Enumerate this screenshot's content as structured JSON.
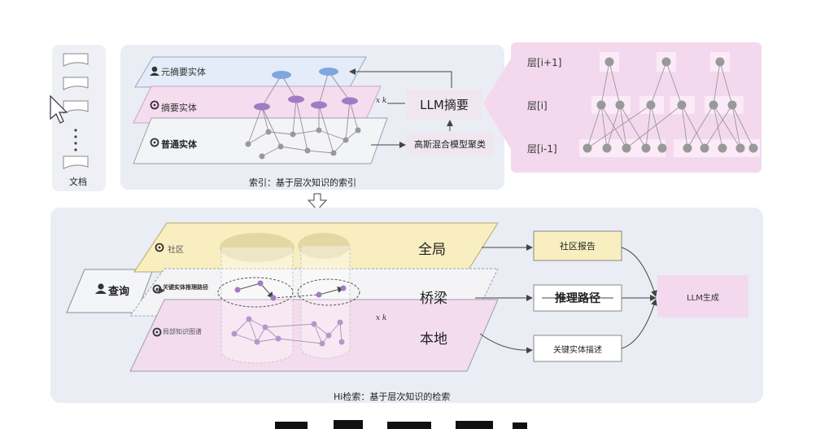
{
  "documents": {
    "label": "文档"
  },
  "index_section": {
    "layers": [
      {
        "label": "元摘要实体"
      },
      {
        "label": "摘要实体"
      },
      {
        "label": "普通实体"
      }
    ],
    "llm_summary": "LLM摘要",
    "gmm_cluster": "高斯混合模型聚类",
    "caption": "索引：基于层次知识的索引",
    "hierarchy_levels": [
      "层[i+1]",
      "层[i]",
      "层[i-1]"
    ]
  },
  "retrieval_section": {
    "query": "查询",
    "layers": [
      {
        "label": "社区",
        "scope": "全局"
      },
      {
        "label": "关键实体推理路径",
        "scope": "桥梁"
      },
      {
        "label": "局部知识图谱",
        "scope": "本地"
      }
    ],
    "outputs": [
      "社区报告",
      "推理路径",
      "关键实体描述"
    ],
    "llm_generate": "LLM生成",
    "caption": "Hi检索：基于层次知识的检索"
  },
  "colors": {
    "panel": "#eaedf4",
    "pink": "#f4d9ee",
    "pink_light": "#f8e4f3",
    "blue_layer": "#e3ecf8",
    "yellow": "#f8eec0",
    "node_gray": "#999999",
    "node_purple": "#a27bc4",
    "node_blue": "#7fa7dc"
  }
}
